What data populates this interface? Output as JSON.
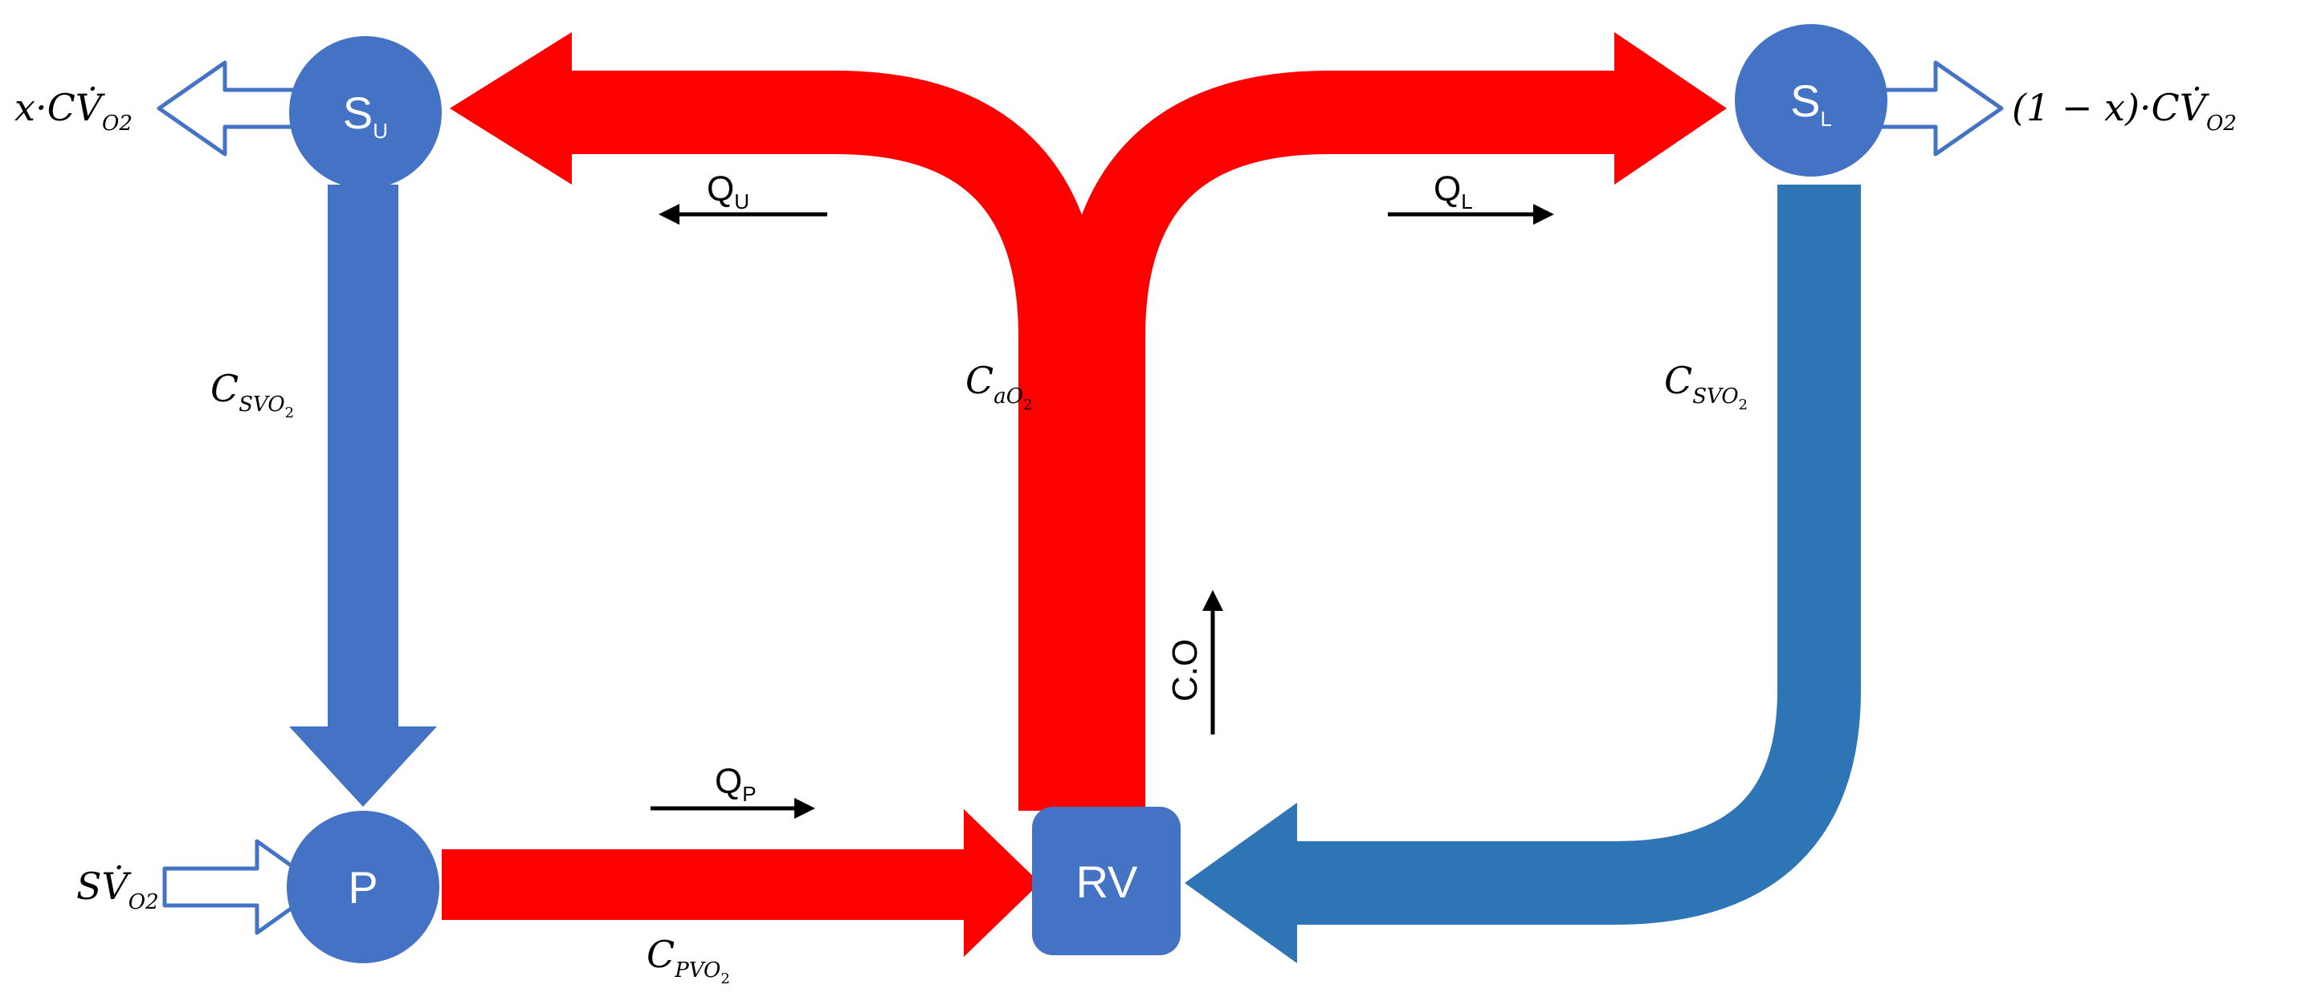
{
  "colors": {
    "arterial": "#ff0000",
    "venous": "#4472c4",
    "venous_lower": "#2e75b6",
    "node": "#4472c4",
    "outline": "#4472c4",
    "text_on_node": "#ffffff",
    "text": "#000000"
  },
  "nodes": {
    "su": {
      "main": "S",
      "sub": "U"
    },
    "sl": {
      "main": "S",
      "sub": "L"
    },
    "p": {
      "label": "P"
    },
    "rv": {
      "label": "RV"
    }
  },
  "flows": {
    "qu": {
      "main": "Q",
      "sub": "U"
    },
    "ql": {
      "main": "Q",
      "sub": "L"
    },
    "qp": {
      "main": "Q",
      "sub": "P"
    },
    "co": {
      "label": "C.O"
    }
  },
  "concentrations": {
    "csvo2_left": {
      "main": "C",
      "sub": "SVO",
      "subsub": "2"
    },
    "cao2": {
      "main": "C",
      "sub": "aO",
      "subsub": "2"
    },
    "csvo2_right": {
      "main": "C",
      "sub": "SVO",
      "subsub": "2"
    },
    "cpvo2": {
      "main": "C",
      "sub": "PVO",
      "subsub": "2"
    }
  },
  "exchanges": {
    "upper_out": {
      "prefix": "x·C",
      "symbol": "V̇",
      "sub": "O2"
    },
    "lower_out": {
      "prefix": "(1 − x)·C",
      "symbol": "V̇",
      "sub": "O2"
    },
    "pulmonary_in": {
      "prefix": "S",
      "symbol": "V̇",
      "sub": "O2"
    }
  }
}
